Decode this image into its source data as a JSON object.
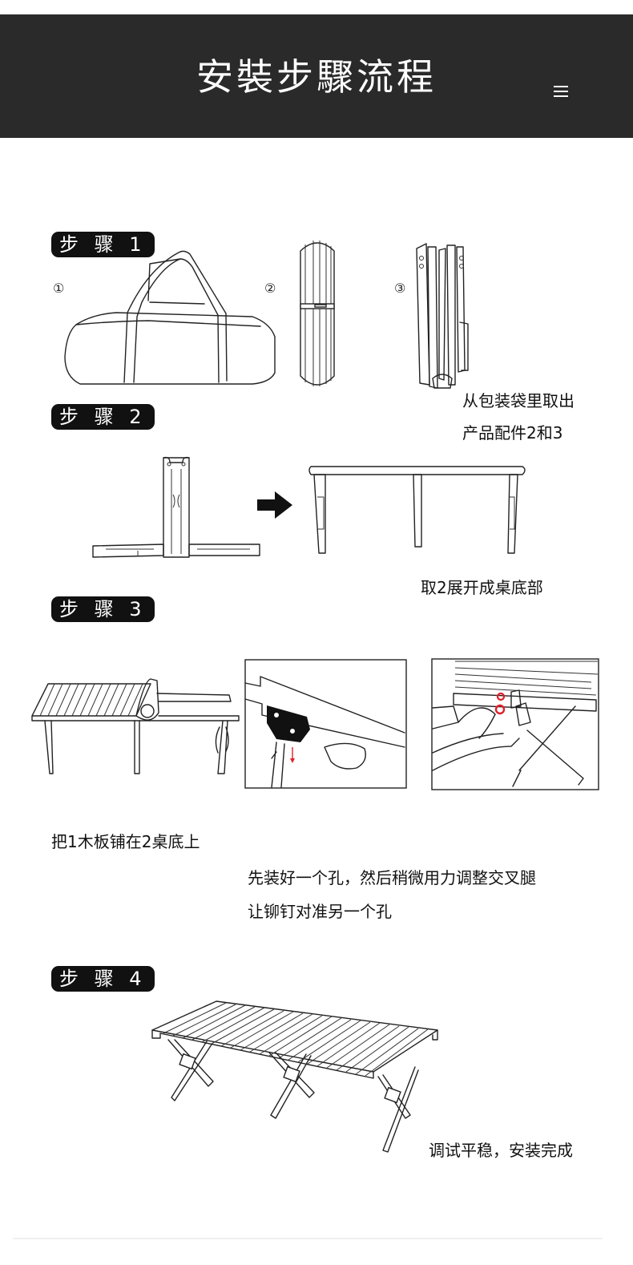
{
  "header": {
    "title": "安裝步驟流程",
    "menu_icon": "hamburger-menu-icon",
    "background_color": "#2a2a2a"
  },
  "steps": [
    {
      "badge": "步 骤 1",
      "parts": [
        "①",
        "②",
        "③"
      ],
      "caption_lines": [
        "从包装袋里取出",
        "产品配件2和3"
      ]
    },
    {
      "badge": "步 骤 2",
      "arrow_icon": "right-arrow-icon",
      "caption_lines": [
        "取2展开成桌底部"
      ]
    },
    {
      "badge": "步 骤 3",
      "caption_lines": [
        "把1木板铺在2桌底上"
      ],
      "detail_caption_lines": [
        "先装好一个孔，然后稍微用力调整交叉腿",
        "让铆钉对准另一个孔"
      ],
      "highlight_color": "#e0202a"
    },
    {
      "badge": "步 骤 4",
      "caption_lines": [
        "调试平稳，安装完成"
      ]
    }
  ]
}
